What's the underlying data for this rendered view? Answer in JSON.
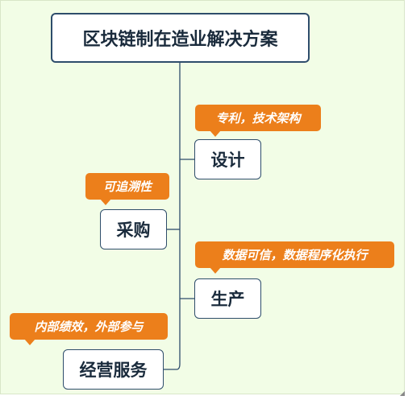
{
  "diagram": {
    "root": "区块链制在造业解决方案",
    "branches": [
      {
        "label": "设计",
        "note": "专利，技术架构"
      },
      {
        "label": "采购",
        "note": "可追溯性"
      },
      {
        "label": "生产",
        "note": "数据可信，数据程序化执行"
      },
      {
        "label": "经营服务",
        "note": "内部绩效，外部参与"
      }
    ]
  },
  "colors": {
    "background": "#f2fde6",
    "node_border": "#2e4d6b",
    "callout": "#ec7f1b",
    "connector": "#2e4d6b"
  }
}
